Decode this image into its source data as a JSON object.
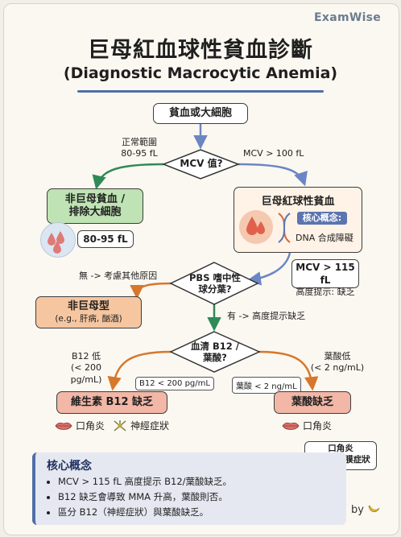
{
  "brand": "ExamWise",
  "title": "巨母紅血球性貧血診斷",
  "subtitle": "(Diagnostic Macrocytic Anemia)",
  "nodes": {
    "start": "貧血或大細胞",
    "mcv_question": "MCV 值?",
    "non_mega_line1": "非巨母貧血 /",
    "non_mega_line2": "排除大細胞",
    "mega": "巨母紅球性貧血",
    "pbs_line1": "PBS 嗜中性",
    "pbs_line2": "球分葉?",
    "non_mega_type": "非巨母型",
    "non_mega_type_examples": "(e.g., 肝病, 酗酒)",
    "serum_line1": "血清 B12 /",
    "serum_line2": "葉酸?",
    "b12_def": "維生素 B12 缺乏",
    "folate_def": "葉酸缺乏"
  },
  "labels": {
    "normal_range_line1": "正常範圍",
    "normal_range_line2": "80-95 fL",
    "mcv_gt_100": "MCV > 100 fL",
    "no_consider": "無 -> 考慮其他原因",
    "yes_deficiency": "有 -> 高度提示缺乏",
    "b12_low_line1": "B12 低",
    "b12_low_line2": "(< 200 pg/mL)",
    "folate_low_line1": "葉酸低",
    "folate_low_line2": "(< 2 ng/mL)"
  },
  "callouts": {
    "range_80_95": "80-95 fL",
    "core_concept_title": "核心概念:",
    "core_concept_text": "DNA 合成障礙",
    "mcv_115_line1": "MCV > 115 fL",
    "mcv_115_line2": "高度提示: 缺乏",
    "b12_tag": "B12 < 200 pg/mL",
    "folate_tag": "葉酸 < 2 ng/mL",
    "b12_symptom_1": "口角炎",
    "b12_symptom_2": "神經症狀",
    "folate_symptom": "口角炎",
    "folate_note_line1": "口角炎",
    "folate_note_line2": "為常見黏膜症狀"
  },
  "summary": {
    "title": "核心概念",
    "items": [
      "MCV > 115 fL 高度提示 B12/葉酸缺乏。",
      "B12 缺乏會導致 MMA 升高，葉酸則否。",
      "區分 B12（神經症狀）與葉酸缺乏。"
    ]
  },
  "footer": {
    "by": "by"
  },
  "colors": {
    "accent": "#4f6fa8",
    "green_box": "#bfe3b4",
    "orange_box": "#f6c6a0",
    "red_box": "#f2b7a6",
    "diamond": "#ffffff",
    "arrow_green": "#2f8a57",
    "arrow_blue": "#6c86c4",
    "arrow_orange": "#d7772c"
  }
}
